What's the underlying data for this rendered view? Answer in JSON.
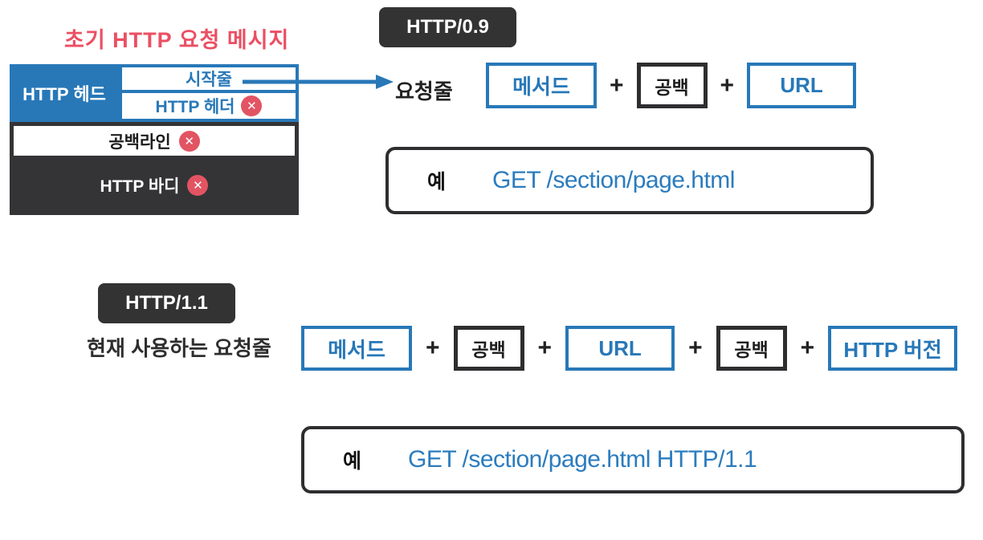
{
  "diagram": {
    "title": "초기 HTTP 요청 메시지",
    "plus_sign": "+",
    "removed_icon_glyph": "✕",
    "message_structure": {
      "head_label": "HTTP 헤드",
      "start_line_label": "시작줄",
      "header_label": "HTTP 헤더",
      "blank_line_label": "공백라인",
      "body_label": "HTTP 바디"
    },
    "http09": {
      "badge": "HTTP/0.9",
      "request_line_label": "요청줄",
      "parts": [
        "메서드",
        "공백",
        "URL"
      ],
      "example_label": "예",
      "example_value": "GET /section/page.html"
    },
    "http11": {
      "badge": "HTTP/1.1",
      "caption": "현재 사용하는 요청줄",
      "parts": [
        "메서드",
        "공백",
        "URL",
        "공백",
        "HTTP 버전"
      ],
      "example_label": "예",
      "example_value": "GET /section/page.html HTTP/1.1"
    },
    "colors": {
      "blue": "#2878b8",
      "dark": "#333333",
      "red_badge": "#e25463",
      "title_red": "#eb4f63"
    }
  }
}
